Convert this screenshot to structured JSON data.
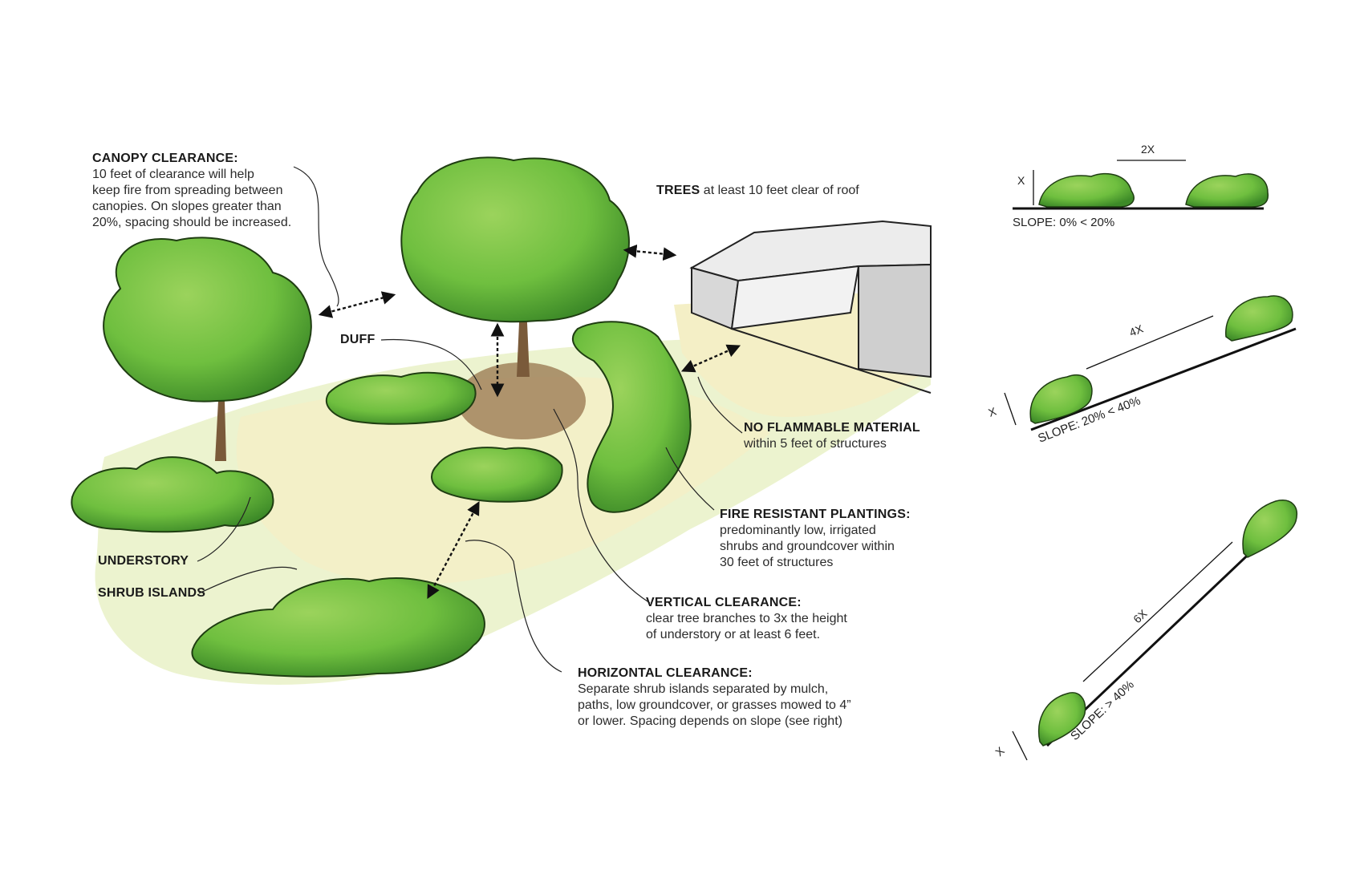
{
  "labels": {
    "canopy": {
      "title": "CANOPY CLEARANCE:",
      "lines": [
        "10 feet of clearance will help",
        "keep fire from spreading between",
        "canopies.  On slopes greater than",
        "20%, spacing should be increased."
      ]
    },
    "trees": {
      "title": "TREES",
      "text": " at least 10 feet clear of roof"
    },
    "duff": {
      "title": "DUFF"
    },
    "no_flammable": {
      "title": "NO FLAMMABLE MATERIAL",
      "lines": [
        "within 5 feet of structures"
      ]
    },
    "fire_resistant": {
      "title": "FIRE RESISTANT PLANTINGS:",
      "lines": [
        "predominantly low, irrigated",
        "shrubs and groundcover within",
        "30 feet of structures"
      ]
    },
    "understory": {
      "title": "UNDERSTORY"
    },
    "shrub_islands": {
      "title": "SHRUB ISLANDS"
    },
    "vertical": {
      "title": "VERTICAL CLEARANCE:",
      "lines": [
        "clear tree branches to 3x the height",
        "of understory or at least 6 feet."
      ]
    },
    "horizontal": {
      "title": "HORIZONTAL CLEARANCE:",
      "lines": [
        "Separate shrub islands separated by mulch,",
        "paths, low groundcover, or grasses mowed to 4”",
        "or lower.  Spacing depends on slope (see right)"
      ]
    }
  },
  "slopes": [
    {
      "height": "X",
      "spacing": "2X",
      "slope": "SLOPE: 0% < 20%"
    },
    {
      "height": "X",
      "spacing": "4X",
      "slope": "SLOPE: 20% < 40%"
    },
    {
      "height": "X",
      "spacing": "6X",
      "slope": "SLOPE: > 40%"
    }
  ],
  "colors": {
    "foliage": "#6fbf3f",
    "foliage_dark": "#3d8a28",
    "ground": "#e8f0c8",
    "mulch": "#f3ecc0",
    "duff": "#9b7a55",
    "house": "#e6e6e6"
  }
}
